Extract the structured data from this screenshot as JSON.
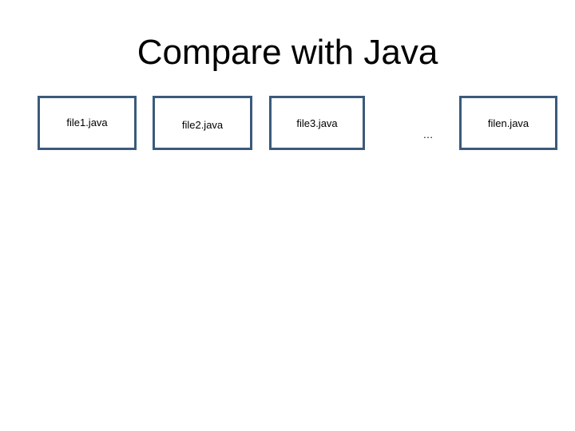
{
  "slide": {
    "title": "Compare with Java",
    "background_color": "#FFFFFF",
    "title_color": "#000000",
    "box_border_color": "#3B5A7C",
    "box_fill_color": "#FFFFFF",
    "boxes": [
      {
        "label": "file1.java"
      },
      {
        "label": "file2.java"
      },
      {
        "label": "file3.java"
      },
      {
        "label": "filen.java"
      }
    ],
    "ellipsis": "…"
  }
}
